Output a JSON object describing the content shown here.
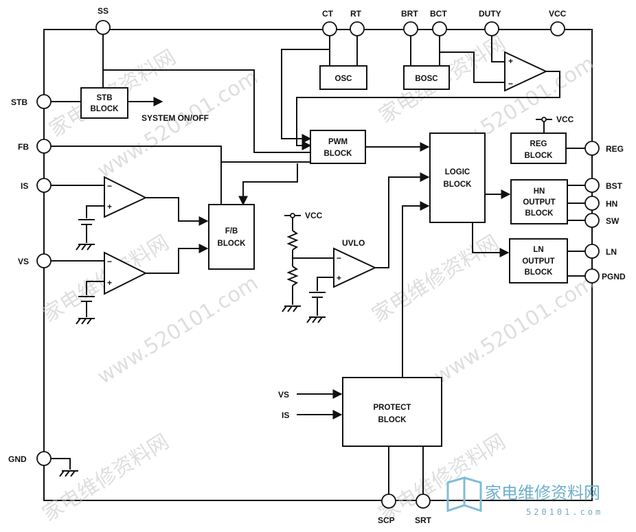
{
  "pins": {
    "ss": "SS",
    "ct": "CT",
    "rt": "RT",
    "brt": "BRT",
    "bct": "BCT",
    "duty": "DUTY",
    "vcc_top": "VCC",
    "stb": "STB",
    "fb": "FB",
    "is": "IS",
    "vs": "VS",
    "gnd": "GND",
    "reg": "REG",
    "bst": "BST",
    "hn": "HN",
    "sw": "SW",
    "ln": "LN",
    "pgnd": "PGND",
    "scp": "SCP",
    "srt": "SRT"
  },
  "blocks": {
    "stb": [
      "STB",
      "BLOCK"
    ],
    "osc": "OSC",
    "bosc": "BOSC",
    "pwm": [
      "PWM",
      "BLOCK"
    ],
    "logic": [
      "LOGIC",
      "BLOCK"
    ],
    "reg": [
      "REG",
      "BLOCK"
    ],
    "hn_out": [
      "HN",
      "OUTPUT",
      "BLOCK"
    ],
    "ln_out": [
      "LN",
      "OUTPUT",
      "BLOCK"
    ],
    "fb": [
      "F/B",
      "BLOCK"
    ],
    "protect": [
      "PROTECT",
      "BLOCK"
    ]
  },
  "labels": {
    "system": "SYSTEM  ON/OFF",
    "vcc_reg": "VCC",
    "vcc_uvlo": "VCC",
    "uvlo": "UVLO",
    "protect_vs": "VS",
    "protect_is": "IS"
  },
  "watermark": {
    "text_cn": "家电维修资料网",
    "text_url": "www.520101.com",
    "logo_cn": "家电维修资料网",
    "logo_url": "520101.com"
  }
}
